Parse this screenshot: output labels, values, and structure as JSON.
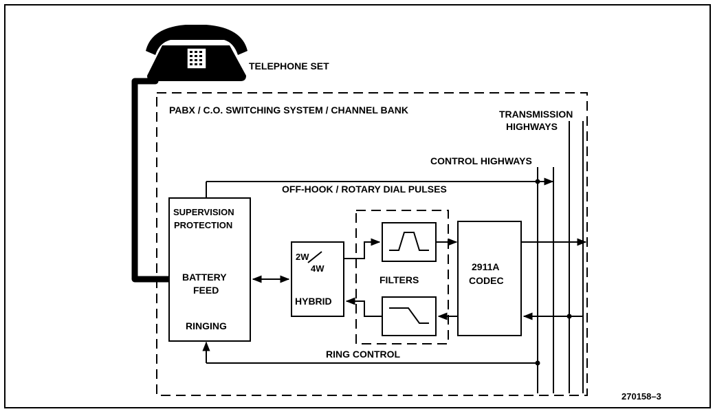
{
  "labels": {
    "telephone_set": "TELEPHONE SET",
    "system": "PABX / C.O. SWITCHING SYSTEM / CHANNEL BANK",
    "transmission_line1": "TRANSMISSION",
    "transmission_line2": "HIGHWAYS",
    "control_highways": "CONTROL HIGHWAYS",
    "off_hook": "OFF-HOOK / ROTARY DIAL PULSES",
    "figure_id": "270158–3"
  },
  "supervision_block": {
    "line1": "SUPERVISION",
    "line2": "PROTECTION",
    "line3": "BATTERY",
    "line4": "FEED",
    "line5": "RINGING"
  },
  "hybrid_block": {
    "top_left": "2W",
    "top_right": "4W",
    "bottom": "HYBRID"
  },
  "filters": {
    "label": "FILTERS",
    "ring_control": "RING CONTROL"
  },
  "codec_block": {
    "line1": "2911A",
    "line2": "CODEC"
  }
}
